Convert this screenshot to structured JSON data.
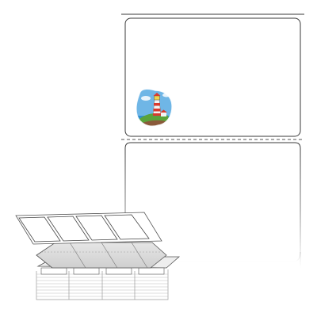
{
  "product": {
    "kind": "fanfold label sheet",
    "labels_across": 1,
    "labels_down": 2,
    "stack_columns": 4,
    "background_color": "#ffffff",
    "label_fill_color": "#ffffff",
    "outline_color": "#3a3a3a",
    "perforation_color": "#555555",
    "stack_shadow_color": "#b9b9b9"
  },
  "sample_artwork": {
    "icon": "lighthouse-icon",
    "colors": {
      "sky": "#6fb6e6",
      "tower_red": "#d83a2e",
      "tower_white": "#f4f4f4",
      "grass": "#5aa33a",
      "rock": "#8a5a3a"
    }
  }
}
